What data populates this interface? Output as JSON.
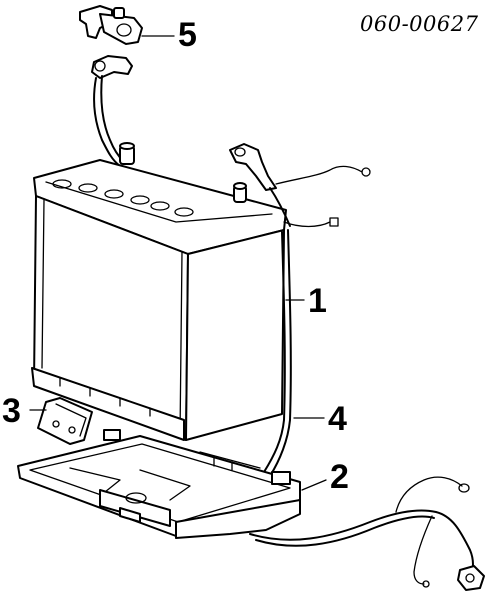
{
  "diagram": {
    "part_code": "060-00627",
    "callouts": [
      {
        "id": "1",
        "label": "1"
      },
      {
        "id": "2",
        "label": "2"
      },
      {
        "id": "3",
        "label": "3"
      },
      {
        "id": "4",
        "label": "4"
      },
      {
        "id": "5",
        "label": "5"
      }
    ]
  }
}
